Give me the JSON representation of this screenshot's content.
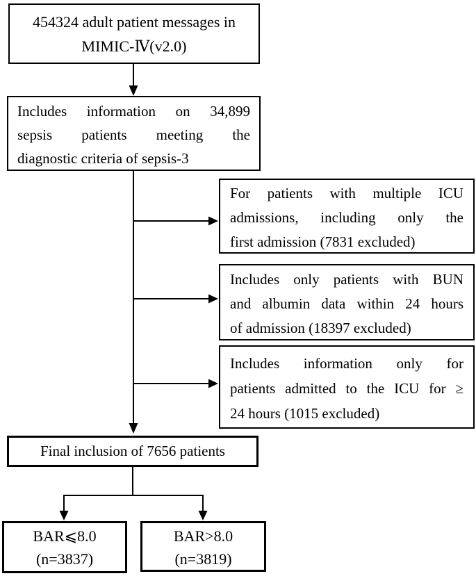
{
  "figure": {
    "type": "patient-selection-flowchart",
    "colors": {
      "background": "#ffffff",
      "box_border": "#000000",
      "arrow": "#000000",
      "text": "#000000"
    },
    "boxes": {
      "source": {
        "lines": [
          "454324 adult patient messages in",
          "MIMIC-Ⅳ(v2.0)"
        ]
      },
      "sepsis": {
        "lines": [
          "Includes information on 34,899",
          "sepsis patients meeting the",
          "diagnostic criteria of sepsis-3"
        ]
      },
      "exclusion_multiple_icu": {
        "lines": [
          "For patients with multiple ICU",
          "admissions, including only the",
          "first admission (7831 excluded)"
        ]
      },
      "exclusion_bun_albumin": {
        "lines": [
          "Includes only patients with BUN",
          "and albumin data within 24 hours",
          "of admission (18397 excluded)"
        ]
      },
      "exclusion_icu_24h": {
        "lines": [
          "Includes information only for",
          "patients admitted to the ICU for ≥",
          "24 hours (1015 excluded)"
        ]
      },
      "final": {
        "text": "Final inclusion of 7656 patients"
      },
      "bar_low": {
        "lines": [
          "BAR⩽8.0",
          "(n=3837)"
        ]
      },
      "bar_high": {
        "lines": [
          "BAR>8.0",
          "(n=3819)"
        ]
      }
    }
  }
}
